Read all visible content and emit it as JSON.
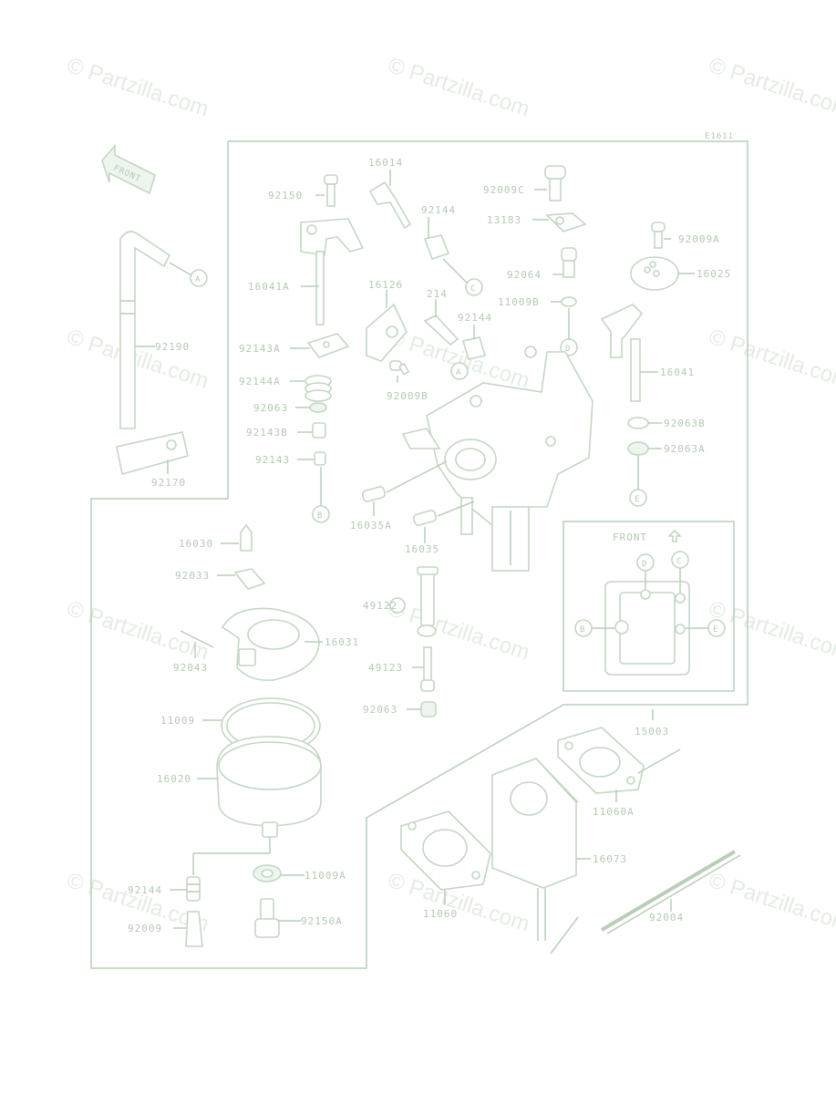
{
  "diagram": {
    "code": "E1611",
    "front_arrow": "FRONT",
    "inset_front": "FRONT",
    "watermark": "© Partzilla.com",
    "parts": {
      "p16014": "16014",
      "p92150": "92150",
      "p92144_a": "92144",
      "p92009C": "92009C",
      "p13183": "13183",
      "p92009A": "92009A",
      "p16025": "16025",
      "p92064": "92064",
      "p11009B": "11009B",
      "p16041A": "16041A",
      "p16126": "16126",
      "p214": "214",
      "p92144_b": "92144",
      "p92190": "92190",
      "p92143A": "92143A",
      "p92144A": "92144A",
      "p92063": "92063",
      "p92143B": "92143B",
      "p92143": "92143",
      "p92009B": "92009B",
      "p16041": "16041",
      "p92063B": "92063B",
      "p92063A": "92063A",
      "p92170": "92170",
      "p16035A": "16035A",
      "p16035": "16035",
      "p16030": "16030",
      "p92033": "92033",
      "p49122": "49122",
      "p16031": "16031",
      "p92043": "92043",
      "p49123": "49123",
      "p92063_b": "92063",
      "p11009": "11009",
      "p15003": "15003",
      "p16020": "16020",
      "p11060A": "11060A",
      "p16073": "16073",
      "p92144_c": "92144",
      "p11009A": "11009A",
      "p11060": "11060",
      "p92004": "92004",
      "p92009": "92009",
      "p92150A": "92150A"
    },
    "callouts": {
      "A": "A",
      "B": "B",
      "C": "C",
      "D": "D",
      "E": "E"
    }
  }
}
